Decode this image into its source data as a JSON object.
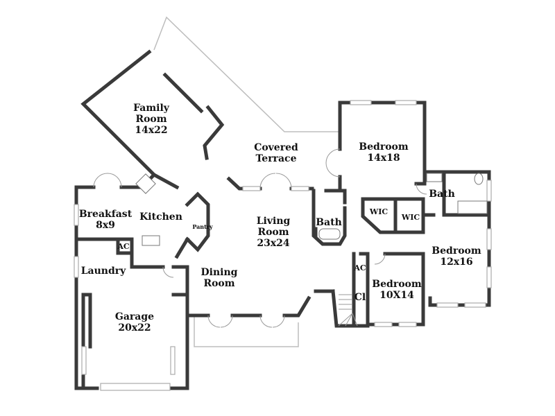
{
  "rooms": {
    "family_room": {
      "name": "Family",
      "name2": "Room",
      "size": "14x22"
    },
    "covered_terrace": {
      "name": "Covered",
      "name2": "Terrace"
    },
    "bedroom_main": {
      "name": "Bedroom",
      "size": "14x18"
    },
    "breakfast": {
      "name": "Breakfast",
      "size": "8x9"
    },
    "kitchen": {
      "name": "Kitchen"
    },
    "pantry": {
      "name": "Pantry"
    },
    "living_room": {
      "name": "Living",
      "name2": "Room",
      "size": "23x24"
    },
    "bath_1": {
      "name": "Bath"
    },
    "wic_1": {
      "name": "WIC"
    },
    "wic_2": {
      "name": "WIC"
    },
    "bath_2": {
      "name": "Bath"
    },
    "bedroom_2": {
      "name": "Bedroom",
      "size": "12x16"
    },
    "ac_1": {
      "name": "AC"
    },
    "laundry": {
      "name": "Laundry"
    },
    "dining_room": {
      "name": "Dining",
      "name2": "Room"
    },
    "ac_2": {
      "name": "AC"
    },
    "bedroom_3": {
      "name": "Bedroom",
      "size": "10X14"
    },
    "closet": {
      "name": "Cl"
    },
    "garage": {
      "name": "Garage",
      "size": "20x22"
    }
  }
}
